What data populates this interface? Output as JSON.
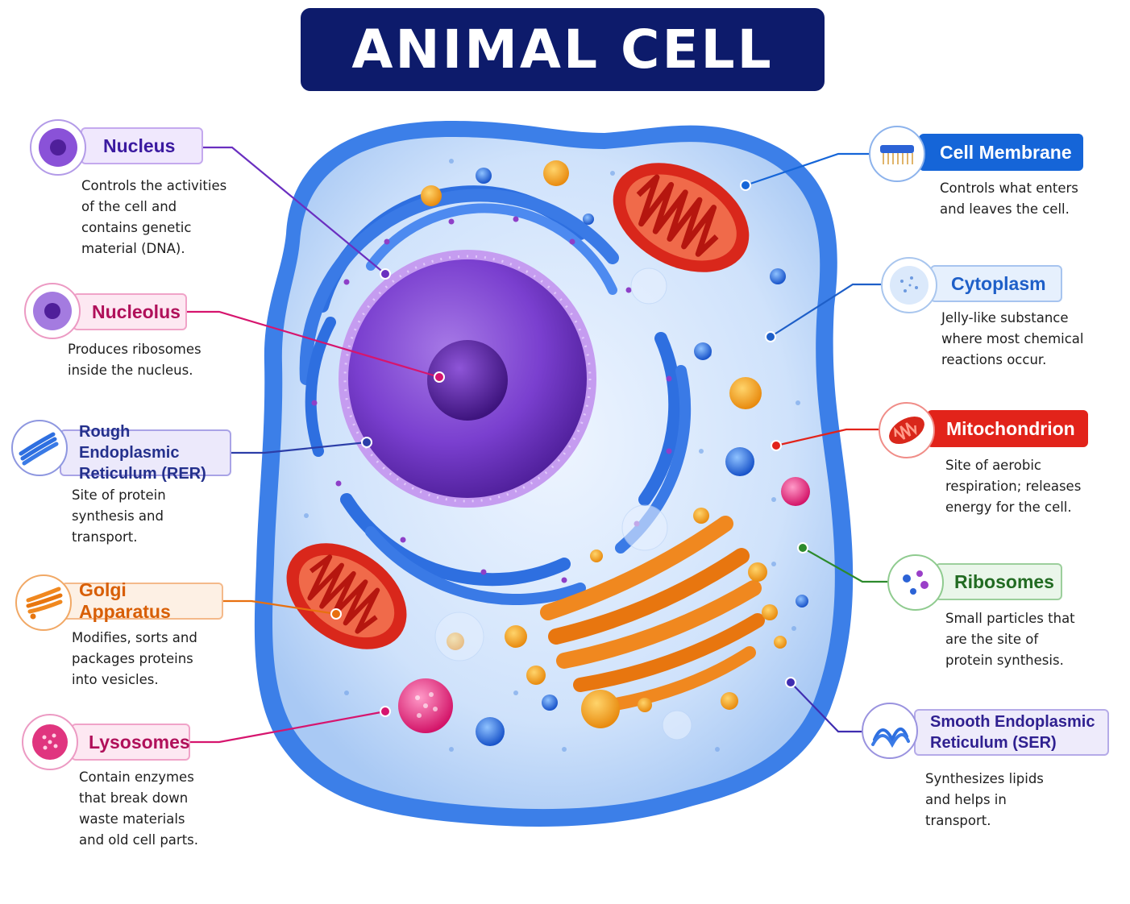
{
  "title": "ANIMAL CELL",
  "colors": {
    "title_bg": "#0d1b6b",
    "nucleus": "#6a2fc0",
    "nucleolus": "#d6156e",
    "rer": "#2c3ea8",
    "golgi": "#e8700f",
    "lysosomes": "#d6156e",
    "cell_membrane": "#1565d8",
    "cytoplasm": "#1e5fc8",
    "mitochondrion": "#e2231a",
    "ribosomes": "#2c8a2c",
    "ser": "#3f2db0"
  },
  "labels": {
    "nucleus": {
      "name": "Nucleus",
      "icon": "nucleus-icon",
      "description": "Controls the activities\nof the cell and\ncontains genetic\nmaterial (DNA)."
    },
    "nucleolus": {
      "name": "Nucleolus",
      "icon": "nucleolus-icon",
      "description": "Produces ribosomes\ninside the nucleus."
    },
    "rer": {
      "name": "Rough Endoplasmic\nReticulum (RER)",
      "icon": "rough-er-icon",
      "description": "Site of protein\nsynthesis and\ntransport."
    },
    "golgi": {
      "name": "Golgi Apparatus",
      "icon": "golgi-icon",
      "description": "Modifies, sorts and\npackages proteins\ninto vesicles."
    },
    "lysosomes": {
      "name": "Lysosomes",
      "icon": "lysosome-icon",
      "description": "Contain enzymes\nthat break down\nwaste materials\nand old cell parts."
    },
    "cell_membrane": {
      "name": "Cell Membrane",
      "icon": "membrane-icon",
      "description": "Controls what enters\nand leaves the cell."
    },
    "cytoplasm": {
      "name": "Cytoplasm",
      "icon": "cytoplasm-icon",
      "description": "Jelly-like substance\nwhere most chemical\nreactions occur."
    },
    "mitochondrion": {
      "name": "Mitochondrion",
      "icon": "mitochondrion-icon",
      "description": "Site of aerobic\nrespiration; releases\nenergy for the cell."
    },
    "ribosomes": {
      "name": "Ribosomes",
      "icon": "ribosomes-icon",
      "description": "Small particles that\nare the site of\nprotein synthesis."
    },
    "ser": {
      "name": "Smooth Endoplasmic\nReticulum (SER)",
      "icon": "smooth-er-icon",
      "description": "Synthesizes lipids\nand helps in\ntransport."
    }
  }
}
